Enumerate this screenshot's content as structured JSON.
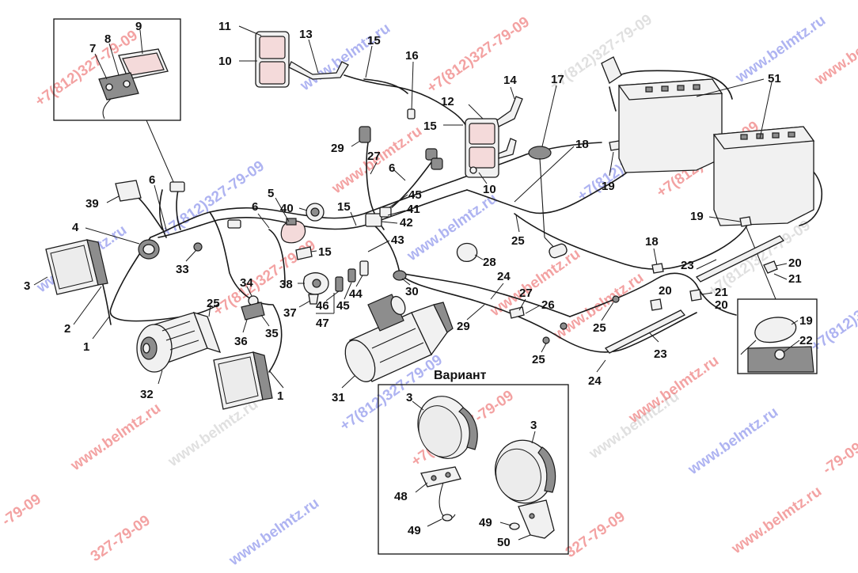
{
  "variant_title": "Вариант",
  "part_labels": {
    "p1": "1",
    "p2": "2",
    "p3": "3",
    "p4": "4",
    "p5": "5",
    "p6": "6",
    "p7": "7",
    "p8": "8",
    "p9": "9",
    "p10": "10",
    "p11": "11",
    "p12": "12",
    "p13": "13",
    "p14": "14",
    "p15": "15",
    "p16": "16",
    "p17": "17",
    "p18": "18",
    "p19": "19",
    "p20": "20",
    "p21": "21",
    "p22": "22",
    "p23": "23",
    "p24": "24",
    "p25": "25",
    "p26": "26",
    "p27": "27",
    "p28": "28",
    "p29": "29",
    "p30": "30",
    "p31": "31",
    "p32": "32",
    "p33": "33",
    "p34": "34",
    "p35": "35",
    "p36": "36",
    "p37": "37",
    "p38": "38",
    "p39": "39",
    "p40": "40",
    "p41": "41",
    "p42": "42",
    "p43": "43",
    "p44": "44",
    "p45": "45",
    "p46": "46",
    "p47": "47",
    "p48": "48",
    "p49": "49",
    "p50": "50",
    "p51": "51"
  },
  "watermarks": {
    "site": "www.belmtz.ru",
    "phone": "+7(812)327-79-09",
    "phone_short": "327-79-09",
    "phone_tail": "-79-09"
  },
  "colors": {
    "line": "#1a1a1a",
    "watermark_blue": "#3f4de0",
    "watermark_red": "#e53333"
  }
}
